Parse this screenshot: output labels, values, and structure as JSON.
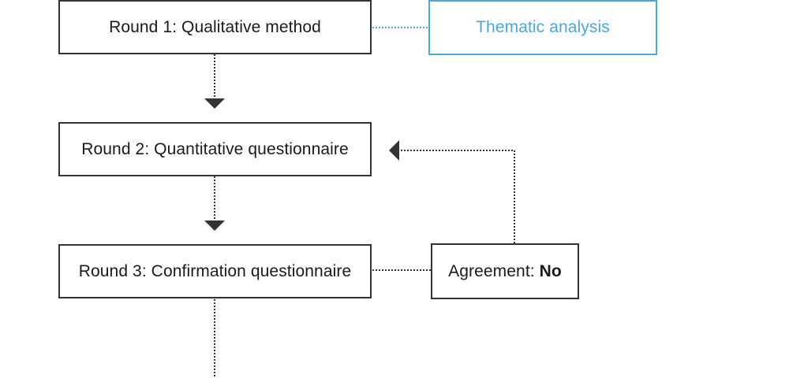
{
  "nodes": {
    "round1": "Round 1: Qualitative method",
    "round2": "Round 2: Quantitative questionnaire",
    "round3": "Round 3: Confirmation questionnaire",
    "thematic": "Thematic analysis",
    "agreement_label": "Agreement:",
    "agreement_value": "No"
  },
  "colors": {
    "box_border": "#333333",
    "connector": "#333333",
    "accent_blue": "#4aa8de"
  }
}
